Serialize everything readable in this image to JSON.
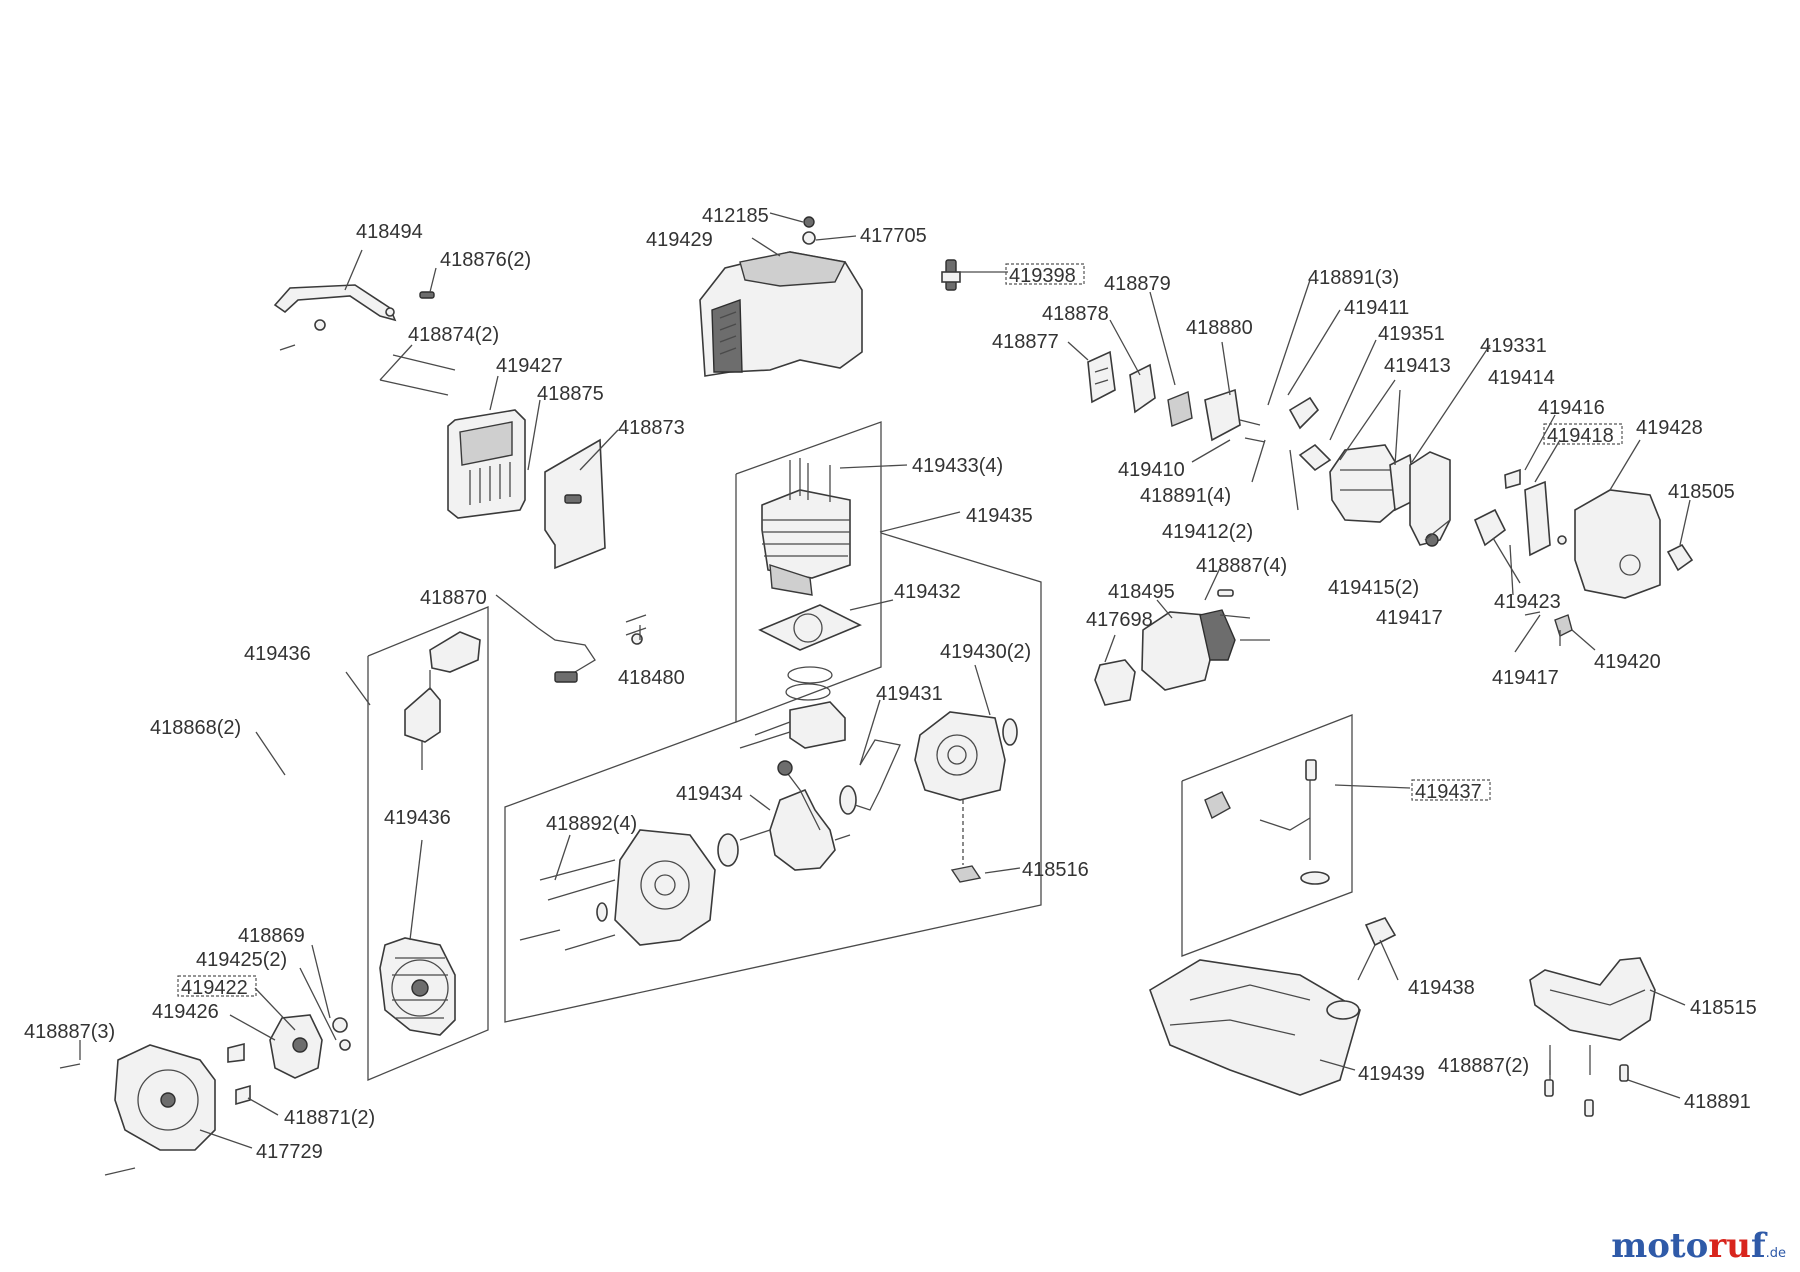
{
  "brand": {
    "part1": "moto",
    "part2": "ru",
    "part3": "f",
    "tld": ".de"
  },
  "labels": {
    "p412185": "412185",
    "p419429": "419429",
    "p417705": "417705",
    "p419398": "419398",
    "p418494": "418494",
    "p418876_2": "418876(2)",
    "p418874_2": "418874(2)",
    "p419427": "419427",
    "p418875": "418875",
    "p418873": "418873",
    "p418879": "418879",
    "p418878": "418878",
    "p418877": "418877",
    "p418880": "418880",
    "p418891_3": "418891(3)",
    "p419411": "419411",
    "p419351": "419351",
    "p419331": "419331",
    "p419413": "419413",
    "p419414": "419414",
    "p419416": "419416",
    "p419418": "419418",
    "p419428": "419428",
    "p419410": "419410",
    "p418891_4": "418891(4)",
    "p419412_2": "419412(2)",
    "p418505": "418505",
    "p419433_4": "419433(4)",
    "p419435": "419435",
    "p418887_4": "418887(4)",
    "p418495": "418495",
    "p419415_2": "419415(2)",
    "p419423": "419423",
    "p419417a": "419417",
    "p419417b": "419417",
    "p419420": "419420",
    "p417698": "417698",
    "p418870": "418870",
    "p419432": "419432",
    "p419436a": "419436",
    "p419436b": "419436",
    "p418480": "418480",
    "p419430_2": "419430(2)",
    "p418868_2": "418868(2)",
    "p419431": "419431",
    "p419437": "419437",
    "p419434": "419434",
    "p418892_4": "418892(4)",
    "p418516": "418516",
    "p418869": "418869",
    "p419425_2": "419425(2)",
    "p419422": "419422",
    "p419426": "419426",
    "p418887_3": "418887(3)",
    "p418871_2": "418871(2)",
    "p417729": "417729",
    "p419438": "419438",
    "p418515": "418515",
    "p419439": "419439",
    "p418887_2": "418887(2)",
    "p418891": "418891"
  }
}
